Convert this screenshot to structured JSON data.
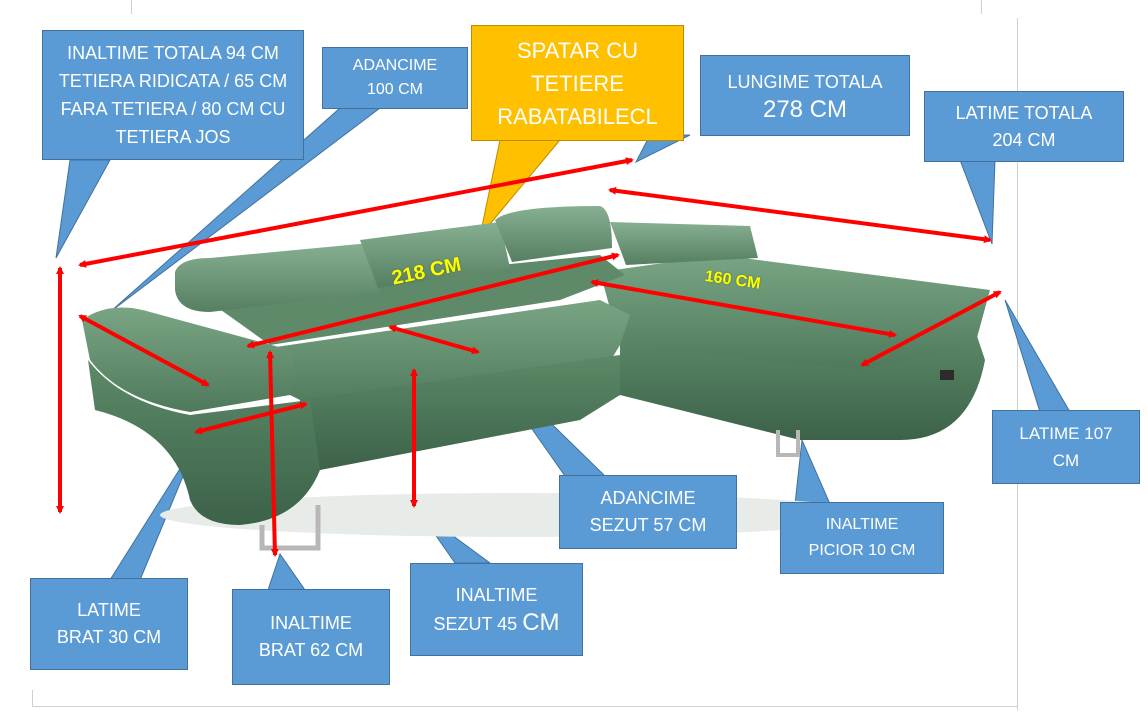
{
  "colors": {
    "callout_fill": "#5b9bd5",
    "callout_border": "#41719c",
    "highlight_fill": "#ffc000",
    "arrow_red": "#ff0000",
    "sofa_green": "#5f8a6b",
    "dimension_text": "#ffff00"
  },
  "callouts": {
    "total_height": "INALTIME TOTALA 94 CM TETIERA RIDICATA / 65 CM FARA TETIERA / 80 CM CU TETIERA JOS",
    "depth_line1": "ADANCIME",
    "depth_line2": "100 CM",
    "backrest_line1": "SPATAR CU",
    "backrest_line2": "TETIERE",
    "backrest_line3": "RABATABILECL",
    "total_length_line1": "LUNGIME TOTALA",
    "total_length_line2": "278 CM",
    "total_width_line1": "LATIME TOTALA",
    "total_width_line2": "204 CM",
    "chaise_width_line1": "LATIME 107",
    "chaise_width_line2": "CM",
    "seat_depth_line1": "ADANCIME",
    "seat_depth_line2": "SEZUT 57 CM",
    "leg_height_line1": "INALTIME",
    "leg_height_line2": "PICIOR 10 CM",
    "seat_height_line1": "INALTIME",
    "seat_height_line2a": "SEZUT 45 ",
    "seat_height_line2b": "CM",
    "arm_height_line1": "INALTIME",
    "arm_height_line2": "BRAT 62 CM",
    "arm_width_line1": "LATIME",
    "arm_width_line2": "BRAT 30 CM"
  },
  "dimensions": {
    "main_length": "218 CM",
    "chaise_length": "160 CM"
  },
  "image": {
    "subject": "green corner sofa with adjustable headrests"
  }
}
